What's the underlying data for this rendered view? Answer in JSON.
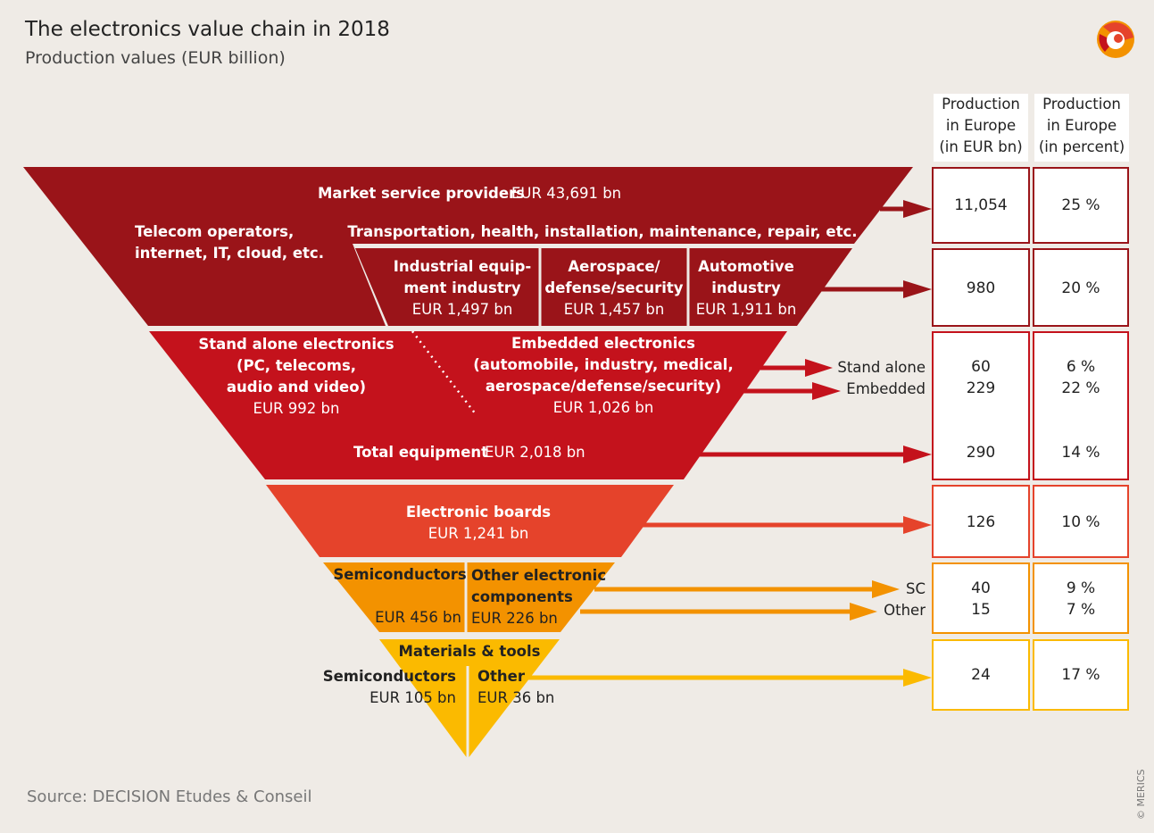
{
  "title": "The electronics value chain in 2018",
  "subtitle": "Production values (EUR billion)",
  "source": "Source: DECISION Etudes & Conseil",
  "copyright": "© MERICS",
  "colors": {
    "background": "#efebe6",
    "tier_services": "#9a1419",
    "tier_equipment": "#c4121c",
    "tier_boards": "#e5432b",
    "tier_components": "#f39200",
    "tier_materials": "#fbba00"
  },
  "table": {
    "header_europe_bn": "Production\nin Europe\n(in EUR bn)",
    "header_europe_pct": "Production\nin Europe\n(in percent)",
    "rows": {
      "services": {
        "bn": "11,054",
        "pct": "25 %"
      },
      "industry": {
        "bn": "980",
        "pct": "20 %"
      },
      "standalone": {
        "bn": "60",
        "pct": "6 %"
      },
      "embedded": {
        "bn": "229",
        "pct": "22 %"
      },
      "equipment_total": {
        "bn": "290",
        "pct": "14 %"
      },
      "boards": {
        "bn": "126",
        "pct": "10 %"
      },
      "sc": {
        "bn": "40",
        "pct": "9 %"
      },
      "other": {
        "bn": "15",
        "pct": "7 %"
      },
      "materials": {
        "bn": "24",
        "pct": "17 %"
      }
    }
  },
  "side_labels": {
    "standalone": "Stand alone",
    "embedded": "Embedded",
    "sc": "SC",
    "other": "Other"
  },
  "funnel": {
    "services_title": "Market service providers",
    "services_value": "EUR 43,691 bn",
    "telecom_line1": "Telecom operators,",
    "telecom_line2": "internet, IT, cloud, etc.",
    "transport": "Transportation, health, installation, maintenance, repair, etc.",
    "industrial_l1": "Industrial equip-",
    "industrial_l2": "ment industry",
    "industrial_value": "EUR 1,497 bn",
    "aerospace_l1": "Aerospace/",
    "aerospace_l2": "defense/security",
    "aerospace_value": "EUR 1,457 bn",
    "automotive_l1": "Automotive",
    "automotive_l2": "industry",
    "automotive_value": "EUR 1,911 bn",
    "standalone_l1": "Stand alone electronics",
    "standalone_l2": "(PC, telecoms,",
    "standalone_l3": "audio and video)",
    "standalone_value": "EUR 992 bn",
    "embedded_l1": "Embedded electronics",
    "embedded_l2": "(automobile, industry, medical,",
    "embedded_l3": "aerospace/defense/security)",
    "embedded_value": "EUR 1,026 bn",
    "equipment_title": "Total equipment",
    "equipment_value": "EUR 2,018 bn",
    "boards_title": "Electronic boards",
    "boards_value": "EUR 1,241 bn",
    "semis_title": "Semiconductors",
    "semis_value": "EUR 456 bn",
    "othercomp_l1": "Other electronic",
    "othercomp_l2": "components",
    "othercomp_value": "EUR 226 bn",
    "materials_title": "Materials & tools",
    "mat_semis_title": "Semiconductors",
    "mat_semis_value": "EUR 105 bn",
    "mat_other_title": "Other",
    "mat_other_value": "EUR 36 bn"
  }
}
